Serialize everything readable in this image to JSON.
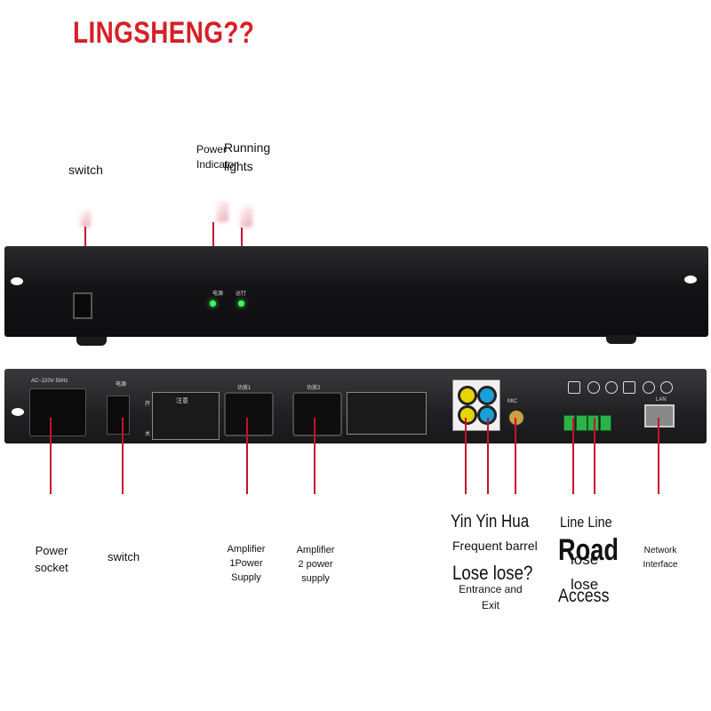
{
  "brand": {
    "text": "LINGSHENG??",
    "color": "#d81f26"
  },
  "front_labels": {
    "switch": "switch",
    "power_indicator": "Power\nIndicator",
    "running_lights": "Running\nlights"
  },
  "front_panel": {
    "power_text": "电源",
    "run_text": "运行"
  },
  "rear_panel": {
    "ac_label": "AC~220V 50Hz",
    "power_text": "电源",
    "on_text": "开",
    "off_text": "关",
    "warning_title": "注意",
    "amp1": "功放1",
    "amp2": "功放2",
    "mic": "MIC",
    "lan": "LAN"
  },
  "rear_labels": {
    "power_socket": "Power\nsocket",
    "switch": "switch",
    "amp1": "Amplifier\n1Power\nSupply",
    "amp2": "Amplifier\n2 power\nsupply",
    "yin": "Yin Yin Hua",
    "freq": "Frequent barrel",
    "lose": "Lose lose?",
    "entrance": "Entrance and\nExit",
    "line_line": "Line Line",
    "road": "Road",
    "lose2": "lose",
    "lose3": "lose",
    "access": "Access",
    "network": "Network\nInterface"
  },
  "colors": {
    "accent": "#c8102e",
    "led": "#3cff5a"
  }
}
